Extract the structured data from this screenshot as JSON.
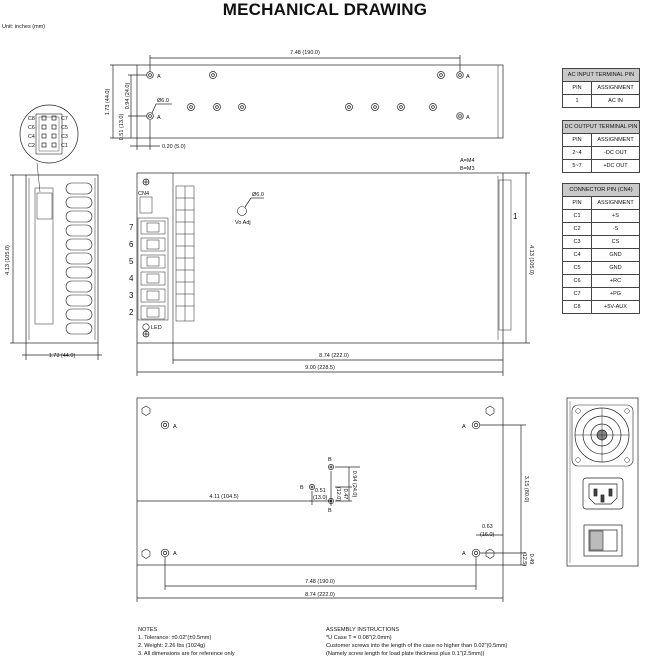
{
  "title": "MECHANICAL DRAWING",
  "unit": "Unit: inches (mm)",
  "top_view": {
    "width_dim": "7.48 (190.0)",
    "height_dim": "1.73 (44.0)",
    "dim_094": "0.94 (24.0)",
    "dim_051": "0.51 (13.0)",
    "hole_dia": "Ø6.0",
    "offset": "0.20 (5.0)",
    "hole_labels": [
      "A",
      "A",
      "A",
      "A"
    ]
  },
  "connector_inset": {
    "left_pins": [
      "C8",
      "C6",
      "C4",
      "C2"
    ],
    "right_pins": [
      "C7",
      "C5",
      "C3",
      "C1"
    ]
  },
  "side_view": {
    "height_dim": "4.13 (105.0)",
    "width_dim": "1.73 (44.0)"
  },
  "front_view": {
    "legend_a": "A=M4",
    "legend_b": "B=M3",
    "cn4": "CN4",
    "terminals": [
      "7",
      "6",
      "5",
      "4",
      "3",
      "2"
    ],
    "right_term": "1",
    "vo_dia": "Ø6.0",
    "vo_adj": "Vo Adj",
    "led": "LED",
    "height_dim": "4.13 (105.0)",
    "inner_width": "8.74 (222.0)",
    "outer_width": "9.00 (228.5)"
  },
  "bottom_view": {
    "dim_411": "4.11 (104.5)",
    "dim_051": "0.51",
    "dim_13": "(13.0)",
    "dim_047": "0.47",
    "dim_120": "(12.0)",
    "dim_094": "0.94 (24.0)",
    "dim_315": "3.15 (80.0)",
    "dim_063": "0.63",
    "dim_16": "(16.0)",
    "dim_049": "0.49",
    "dim_125": "(12.5)",
    "dim_748": "7.48 (190.0)",
    "dim_874": "8.74 (222.0)",
    "a_labels": [
      "A",
      "A",
      "A",
      "A"
    ],
    "b_labels": [
      "B",
      "B",
      "B"
    ]
  },
  "tables": {
    "ac_input": {
      "title": "AC INPUT TERMINAL PIN",
      "headers": [
        "PIN",
        "ASSIGNMENT"
      ],
      "rows": [
        [
          "1",
          "AC IN"
        ]
      ]
    },
    "dc_output": {
      "title": "DC OUTPUT TERMINAL PIN",
      "headers": [
        "PIN",
        "ASSIGNMENT"
      ],
      "rows": [
        [
          "2~4",
          "-DC OUT"
        ],
        [
          "5~7",
          "+DC OUT"
        ]
      ]
    },
    "connector": {
      "title": "CONNECTOR PIN (CN4)",
      "headers": [
        "PIN",
        "ASSIGNMENT"
      ],
      "rows": [
        [
          "C1",
          "+S"
        ],
        [
          "C2",
          "-S"
        ],
        [
          "C3",
          "CS"
        ],
        [
          "C4",
          "GND"
        ],
        [
          "C5",
          "GND"
        ],
        [
          "C6",
          "+RC"
        ],
        [
          "C7",
          "+PG"
        ],
        [
          "C8",
          "+5V-AUX"
        ]
      ]
    }
  },
  "notes": {
    "heading": "NOTES",
    "items": [
      "1. Tolerance: ±0.02\"(±0.5mm)",
      "2. Weight: 2.26 lbs (1024g)",
      "3. All dimensions are for reference only"
    ]
  },
  "assembly": {
    "heading": "ASSEMBLY INSTRUCTIONS",
    "line1": "*U Case    T = 0.08\"(2.0mm)",
    "line2": "Customer screws into the length of the case no higher than 0.02\"(0.5mm)",
    "line3": "(Namely screw length for load plate thickness plus 0.1\"(2.5mm))"
  }
}
